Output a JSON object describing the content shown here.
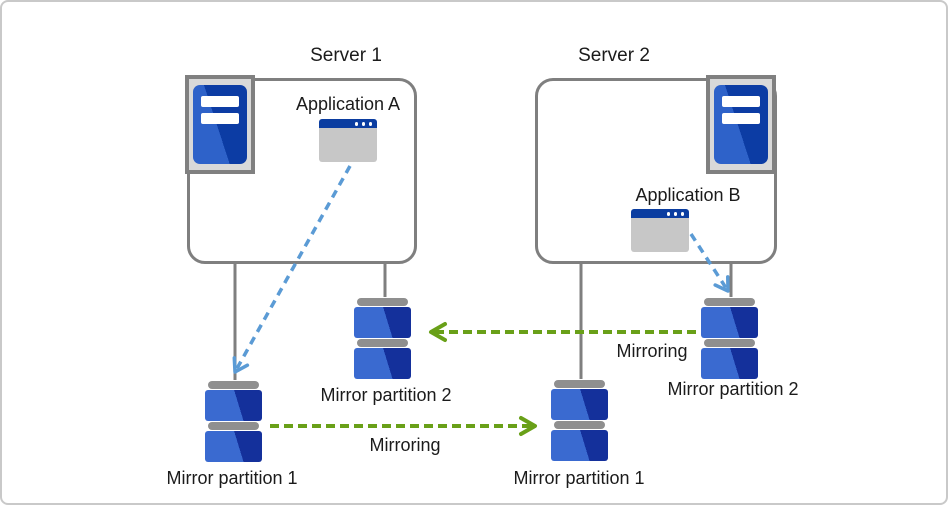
{
  "diagram": {
    "servers": [
      {
        "title": "Server 1",
        "application": "Application A"
      },
      {
        "title": "Server 2",
        "application": "Application B"
      }
    ],
    "partitions": [
      {
        "label": "Mirror partition 1"
      },
      {
        "label": "Mirror partition 2"
      },
      {
        "label": "Mirror partition 1"
      },
      {
        "label": "Mirror partition 2"
      }
    ],
    "mirroring_labels": [
      {
        "label": "Mirroring"
      },
      {
        "label": "Mirroring"
      }
    ],
    "colors": {
      "app_arrow_blue": "#5b9bd5",
      "mirroring_arrow_green": "#69a018",
      "connector_gray": "#7f7f7f",
      "disk_light_blue": "#3a6ad0",
      "disk_dark_blue": "#14309b",
      "tower_light_blue": "#2e62c9",
      "tower_dark_blue": "#0c3ca4",
      "window_titlebar_blue": "#0b3da0",
      "window_body_gray": "#c7c7c7",
      "icon_frame_gray": "#808080"
    }
  }
}
